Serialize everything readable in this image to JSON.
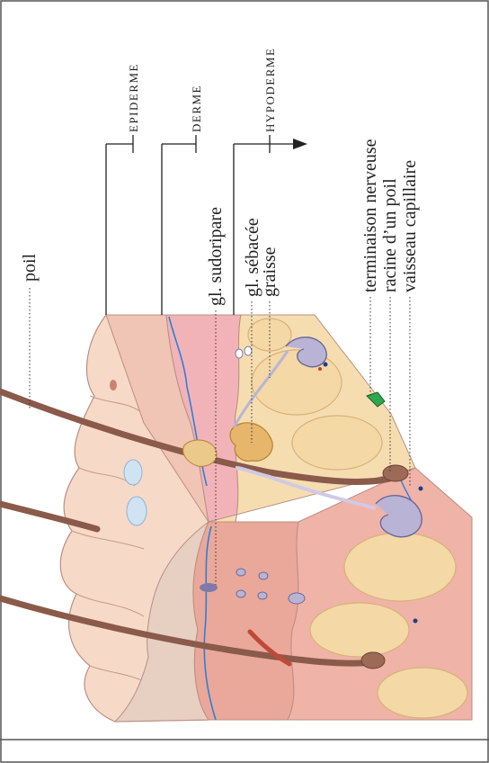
{
  "layers": {
    "epiderme": "EPIDERME",
    "derme": "DERME",
    "hypoderme": "HYPODERME"
  },
  "labels": {
    "poil": "poil",
    "gl_sudoripare": "gl. sudoripare",
    "gl_sebacee": "gl. sébacée",
    "graisse": "graisse",
    "terminaison_nerveuse": "terminaison nerveuse",
    "racine_poil": "racine d’un poil",
    "vaisseau_capillaire": "vaisseau capillaire"
  },
  "colors": {
    "skin_surface": "#f7d9c8",
    "epidermis": "#f0c5b5",
    "dermis": "#e9a796",
    "dermis_pink": "#f2b3b8",
    "fat": "#f6ddb0",
    "fat_cell": "#ecc88a",
    "hair": "#8a5a4a",
    "vessel_blue": "#2e7fd6",
    "gland_lavender": "#b9b4d6",
    "sebaceous": "#e6b66a",
    "nerve_green": "#2ea84a",
    "frame": "#555555"
  }
}
